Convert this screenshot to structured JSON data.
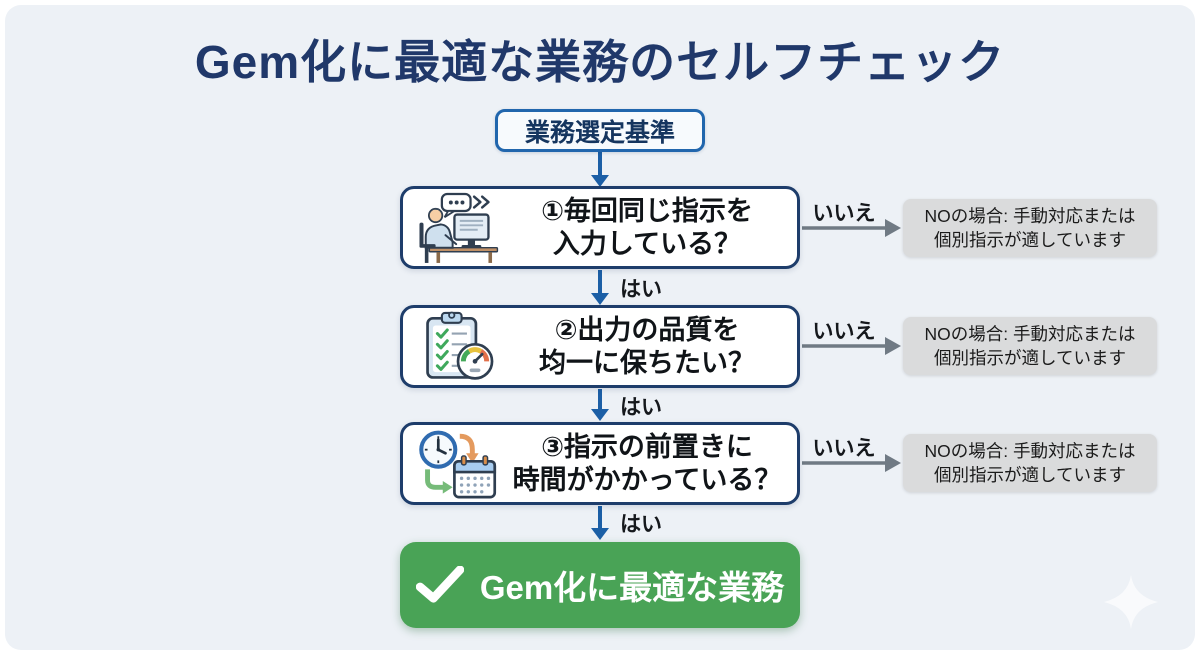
{
  "title": "Gem化に最適な業務のセルフチェック",
  "flow": {
    "start_label": "業務選定基準",
    "steps": [
      {
        "icon": "person-computer-icon",
        "question_line1": "①毎回同じ指示を",
        "question_line2": "入力している？",
        "yes_label": "はい",
        "no_label": "いいえ",
        "no_result_line1": "NOの場合: 手動対応または",
        "no_result_line2": "個別指示が適しています"
      },
      {
        "icon": "checklist-gauge-icon",
        "question_line1": "②出力の品質を",
        "question_line2": "均一に保ちたい？",
        "yes_label": "はい",
        "no_label": "いいえ",
        "no_result_line1": "NOの場合: 手動対応または",
        "no_result_line2": "個別指示が適しています"
      },
      {
        "icon": "clock-calendar-icon",
        "question_line1": "③指示の前置きに",
        "question_line2": "時間がかかっている？",
        "yes_label": "はい",
        "no_label": "いいえ",
        "no_result_line1": "NOの場合: 手動対応または",
        "no_result_line2": "個別指示が適しています"
      }
    ],
    "result_label": "Gem化に最適な業務"
  },
  "colors": {
    "panel_bg": "#edf1f6",
    "title_text": "#20386a",
    "question_border": "#1e3d6b",
    "start_border": "#2166ad",
    "arrow_blue": "#1c5fa6",
    "arrow_gray": "#707a84",
    "no_box_bg": "#dadbdc",
    "result_green": "#49a356"
  }
}
